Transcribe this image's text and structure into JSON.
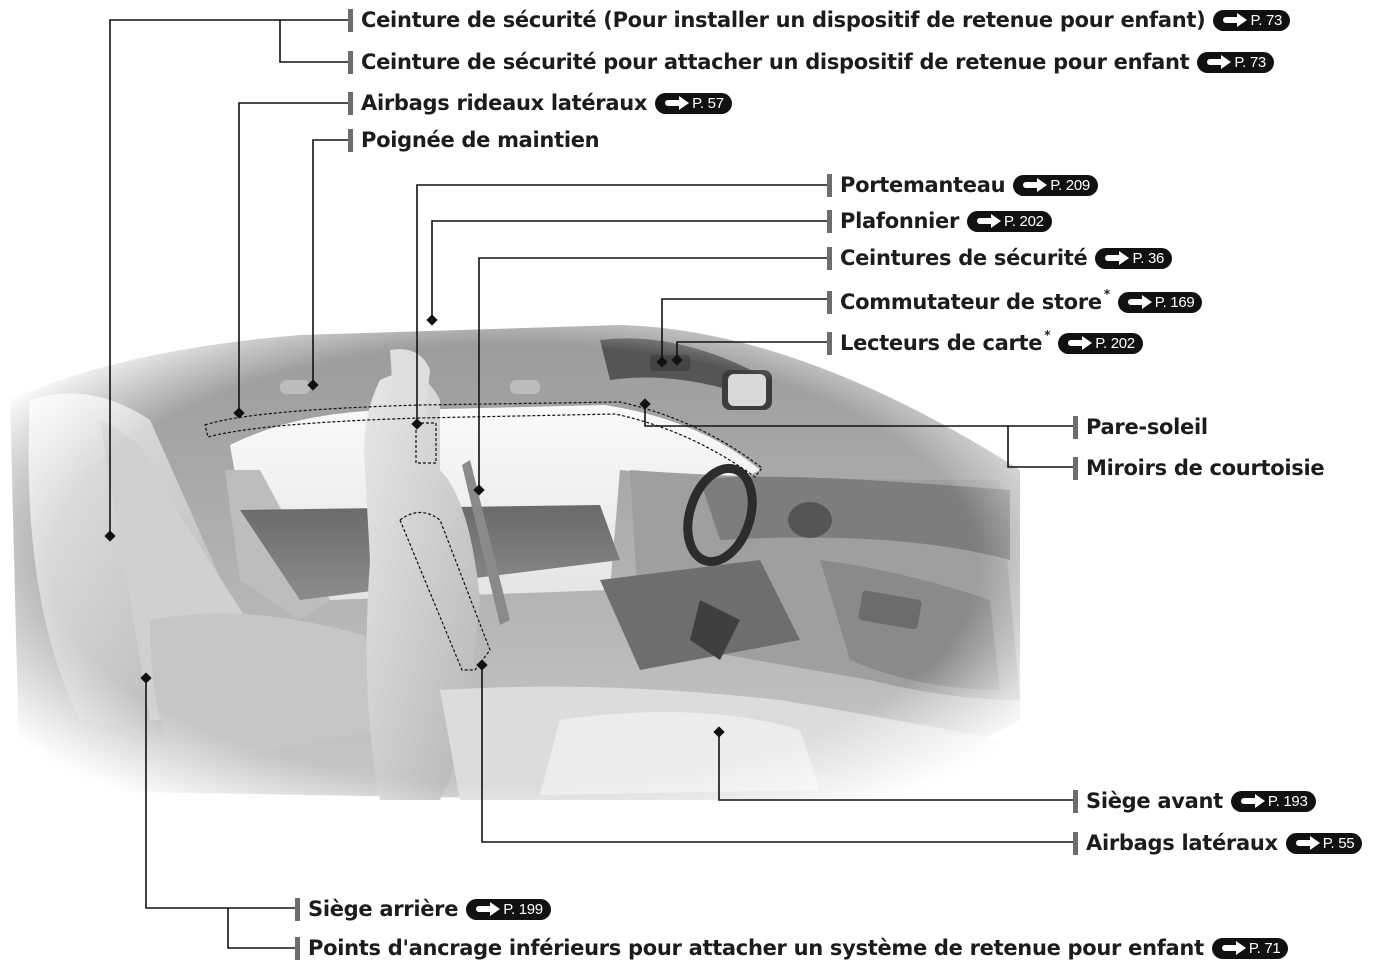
{
  "labels": [
    {
      "id": "l1",
      "text": "Ceinture de sécurité (Pour installer un dispositif de retenue pour enfant)",
      "ref": "P. 73",
      "star": ""
    },
    {
      "id": "l2",
      "text": "Ceinture de sécurité pour attacher un dispositif de retenue pour enfant",
      "ref": "P. 73",
      "star": ""
    },
    {
      "id": "l3",
      "text": "Airbags rideaux latéraux",
      "ref": "P. 57",
      "star": ""
    },
    {
      "id": "l4",
      "text": "Poignée de maintien",
      "ref": "",
      "star": ""
    },
    {
      "id": "l5",
      "text": "Portemanteau",
      "ref": "P. 209",
      "star": ""
    },
    {
      "id": "l6",
      "text": "Plafonnier",
      "ref": "P. 202",
      "star": ""
    },
    {
      "id": "l7",
      "text": "Ceintures de sécurité",
      "ref": "P. 36",
      "star": ""
    },
    {
      "id": "l8",
      "text": "Commutateur de store",
      "ref": "P. 169",
      "star": "*"
    },
    {
      "id": "l9",
      "text": "Lecteurs de carte",
      "ref": "P. 202",
      "star": "*"
    },
    {
      "id": "l10",
      "text": "Pare-soleil",
      "ref": "",
      "star": ""
    },
    {
      "id": "l11",
      "text": "Miroirs de courtoisie",
      "ref": "",
      "star": ""
    },
    {
      "id": "l12",
      "text": "Siège avant",
      "ref": "P. 193",
      "star": ""
    },
    {
      "id": "l13",
      "text": "Airbags latéraux",
      "ref": "P. 55",
      "star": ""
    },
    {
      "id": "l14",
      "text": "Siège arrière",
      "ref": "P. 199",
      "star": ""
    },
    {
      "id": "l15",
      "text": "Points d'ancrage inférieurs pour attacher un système de retenue pour enfant",
      "ref": "P. 71",
      "star": ""
    }
  ]
}
